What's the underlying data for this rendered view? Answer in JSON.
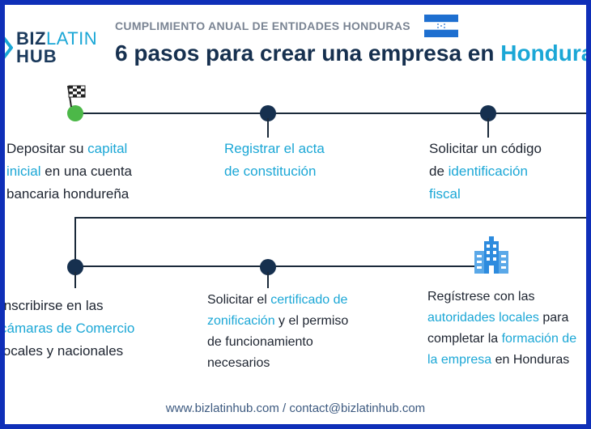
{
  "brand": {
    "logo_part1": "BIZ",
    "logo_part2": "LATIN",
    "logo_part3": "HUB"
  },
  "header": {
    "subtitle": "CUMPLIMIENTO ANUAL DE ENTIDADES HONDURAS",
    "title_plain": "6 pasos para crear una empresa en ",
    "title_highlight": "Honduras"
  },
  "steps": [
    {
      "lines": [
        [
          {
            "t": "Depositar su "
          },
          {
            "t": "capital",
            "h": true
          }
        ],
        [
          {
            "t": "inicial",
            "h": true
          },
          {
            "t": " en una cuenta"
          }
        ],
        [
          {
            "t": "bancaria hondureña"
          }
        ]
      ]
    },
    {
      "lines": [
        [
          {
            "t": "Registrar el acta",
            "h": true
          }
        ],
        [
          {
            "t": "de constitución",
            "h": true
          }
        ]
      ]
    },
    {
      "lines": [
        [
          {
            "t": "Solicitar un código"
          }
        ],
        [
          {
            "t": "de "
          },
          {
            "t": "identificación",
            "h": true
          }
        ],
        [
          {
            "t": "fiscal",
            "h": true
          }
        ]
      ]
    },
    {
      "lines": [
        [
          {
            "t": "Inscribirse en las"
          }
        ],
        [
          {
            "t": "cámaras de Comercio",
            "h": true
          }
        ],
        [
          {
            "t": "locales y nacionales"
          }
        ]
      ]
    },
    {
      "lines": [
        [
          {
            "t": "Solicitar el "
          },
          {
            "t": "certificado de",
            "h": true
          }
        ],
        [
          {
            "t": "zonificación",
            "h": true
          },
          {
            "t": " y el permiso"
          }
        ],
        [
          {
            "t": "de funcionamiento"
          }
        ],
        [
          {
            "t": "necesarios"
          }
        ]
      ]
    },
    {
      "lines": [
        [
          {
            "t": "Regístrese con las"
          }
        ],
        [
          {
            "t": "autoridades locales",
            "h": true
          },
          {
            "t": " para"
          }
        ],
        [
          {
            "t": "completar la "
          },
          {
            "t": "formación de",
            "h": true
          }
        ],
        [
          {
            "t": "la empresa",
            "h": true
          },
          {
            "t": " en Honduras"
          }
        ]
      ]
    }
  ],
  "footer": {
    "text": "www.bizlatinhub.com / contact@bizlatinhub.com"
  },
  "colors": {
    "frame": "#0f2fb8",
    "navy": "#16304f",
    "accent": "#1ba7d6",
    "start": "#4cb848"
  },
  "icons": {
    "start": "checkered-flag-icon",
    "end": "building-icon",
    "flag": "honduras-flag-icon"
  }
}
